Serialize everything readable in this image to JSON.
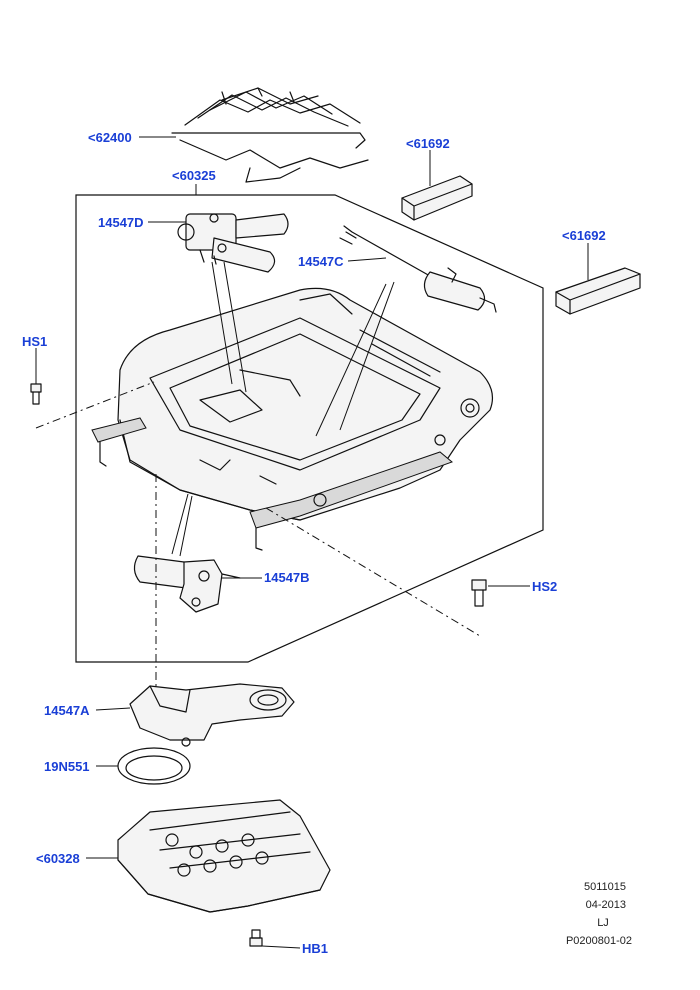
{
  "callouts": {
    "wire_mat": "<62400",
    "frame_assembly": "<60325",
    "cover_upper": "<61692",
    "cover_lower": "<61692",
    "motor_d": "14547D",
    "motor_c": "14547C",
    "screw_hs1": "HS1",
    "motor_b": "14547B",
    "screw_hs2": "HS2",
    "motor_a": "14547A",
    "gasket": "19N551",
    "base_panel": "<60328",
    "bolt_hb1": "HB1"
  },
  "info": {
    "code": "5011015",
    "date": "04-2013",
    "initials": "LJ",
    "ref": "P0200801-02"
  },
  "colors": {
    "callout": "#1a3fd6",
    "line": "#111111",
    "background": "#ffffff"
  }
}
